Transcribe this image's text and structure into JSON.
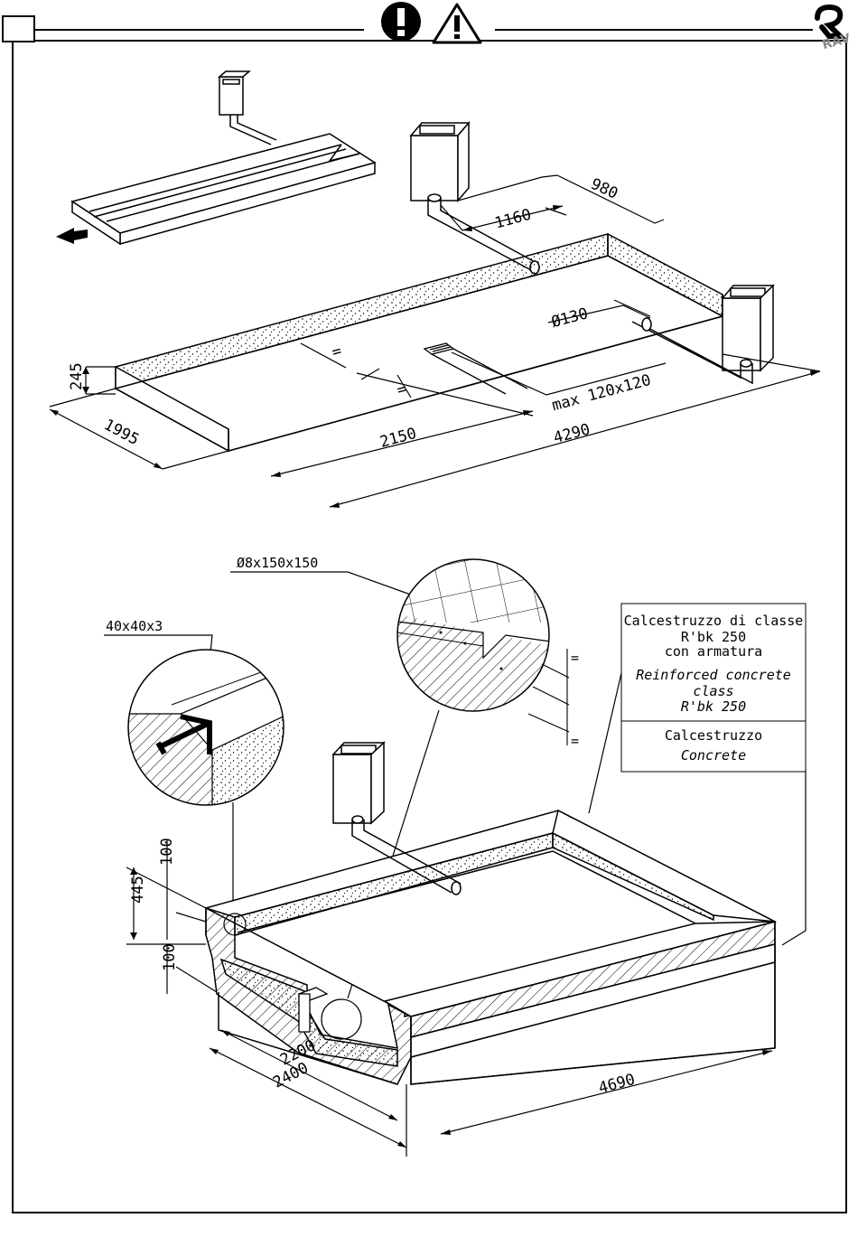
{
  "header": {
    "brand_mark": "RAV"
  },
  "top_diagram": {
    "dims": {
      "d980": "980",
      "d1160": "1160",
      "d130": "Ø130",
      "drain": "max 120x120",
      "eq": "=",
      "d245": "245",
      "d1995": "1995",
      "d2150": "2150",
      "d4290": "4290"
    }
  },
  "bottom_diagram": {
    "callouts": {
      "mesh": "Ø8x150x150",
      "angle": "40x40x3",
      "eq": "="
    },
    "dims": {
      "d100a": "100",
      "d445": "445",
      "d100b": "100",
      "d2200": "2200",
      "d2400": "2400",
      "d4690": "4690"
    },
    "legend": {
      "reinforced_it_1": "Calcestruzzo di classe",
      "reinforced_it_2": "R'bk 250",
      "reinforced_it_3": "con armatura",
      "reinforced_en_1": "Reinforced concrete",
      "reinforced_en_2": "class",
      "reinforced_en_3": "R'bk 250",
      "concrete_it": "Calcestruzzo",
      "concrete_en": "Concrete"
    }
  }
}
